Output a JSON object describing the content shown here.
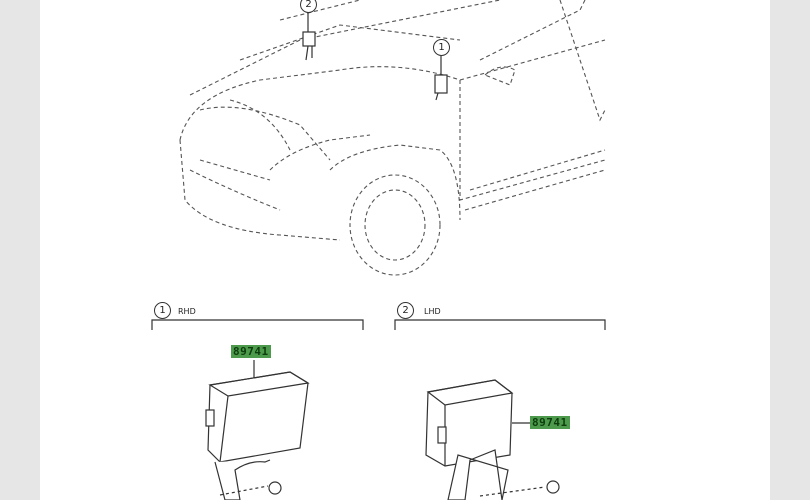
{
  "callouts": {
    "top_1": "1",
    "top_2": "2"
  },
  "sections": [
    {
      "number": "1",
      "label": "RHD",
      "part_number": "89741"
    },
    {
      "number": "2",
      "label": "LHD",
      "part_number": "89741"
    }
  ],
  "colors": {
    "highlight": "#4d9a4d",
    "sidebar": "#e6e6e6"
  }
}
